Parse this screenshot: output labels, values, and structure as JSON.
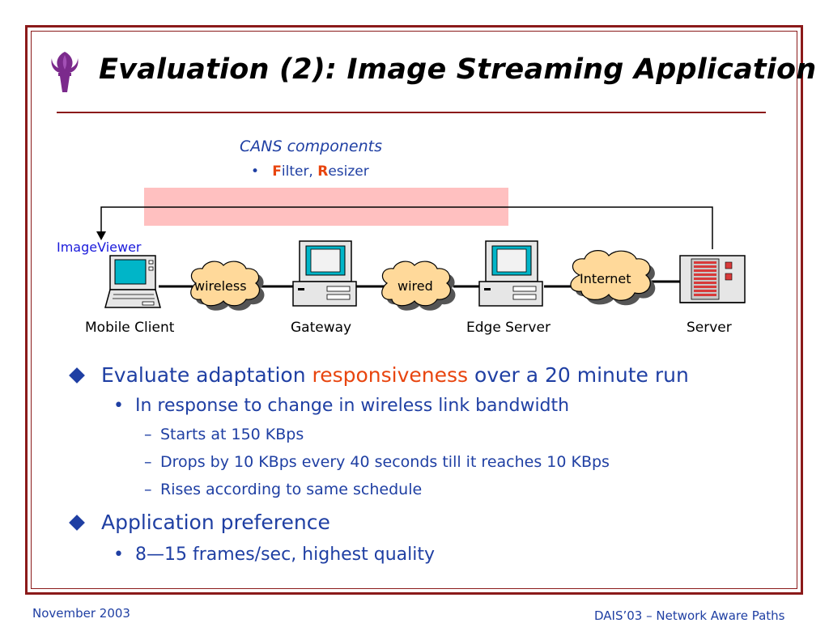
{
  "slide": {
    "title": "Evaluation (2): Image Streaming Application",
    "logo_icon": "nyu-torch-icon",
    "colors": {
      "frame": "#8b1a1a",
      "text_blue": "#1f3fa3",
      "highlight": "#e8450f",
      "band": "#ffc0c0",
      "cloud": "#ffd99a"
    }
  },
  "diagram": {
    "cans_title": "CANS components",
    "cans_bullet": "•",
    "cans_filter_initial": "F",
    "cans_filter_rest": "ilter, ",
    "cans_resizer_initial": "R",
    "cans_resizer_rest": "esizer",
    "imageviewer_label": "ImageViewer",
    "clouds": {
      "wireless": "wireless",
      "wired": "wired",
      "internet": "Internet"
    },
    "nodes": {
      "mobile": "Mobile Client",
      "gateway": "Gateway",
      "edge": "Edge Server",
      "server": "Server"
    }
  },
  "bullets": {
    "b1_pre": "Evaluate adaptation ",
    "b1_hl": "responsiveness",
    "b1_post": " over a 20 minute run",
    "b1_sub_marker": "•",
    "b1_sub": "In response to change in wireless link bandwidth",
    "dash": "–",
    "b1_sub_items": [
      "Starts at 150 KBps",
      "Drops by 10 KBps every 40 seconds till it reaches 10 KBps",
      "Rises according to same schedule"
    ],
    "b2": "Application preference",
    "b2_sub_marker": "•",
    "b2_sub": "8—15 frames/sec, highest quality"
  },
  "footer": {
    "left": "November 2003",
    "right": "DAIS’03 – Network Aware Paths"
  }
}
